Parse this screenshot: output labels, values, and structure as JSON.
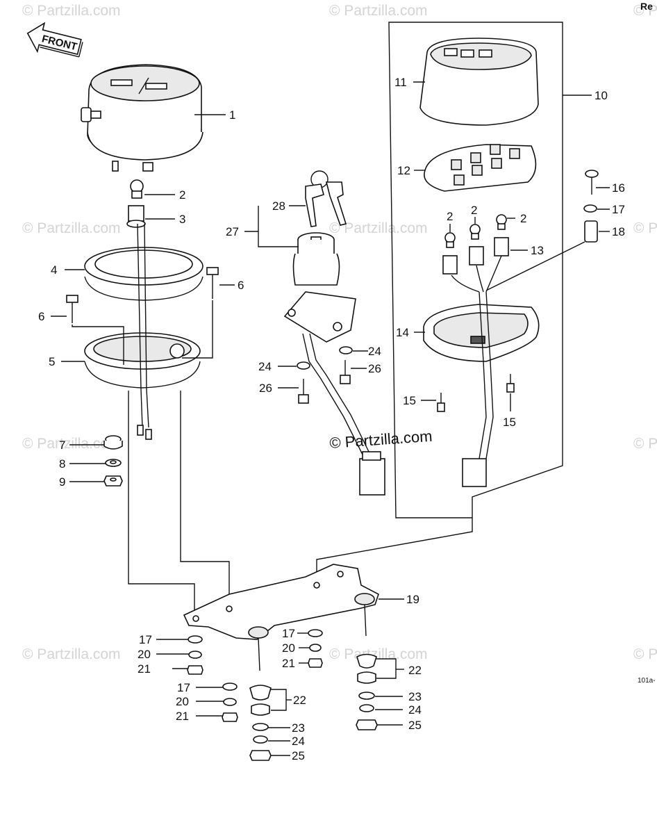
{
  "watermarks": {
    "brand": "© Partzilla.com",
    "center": "© Partzilla.com",
    "edge": "© P"
  },
  "corner": {
    "top_right": "Re",
    "figure_code": "101a-"
  },
  "front_arrow": "FRONT",
  "callouts": {
    "c1": "1",
    "c2a": "2",
    "c2b": "2",
    "c2c": "2",
    "c2d": "2",
    "c3": "3",
    "c4": "4",
    "c5": "5",
    "c6a": "6",
    "c6b": "6",
    "c7": "7",
    "c8": "8",
    "c9": "9",
    "c10": "10",
    "c11": "11",
    "c12": "12",
    "c13": "13",
    "c14": "14",
    "c15a": "15",
    "c15b": "15",
    "c16": "16",
    "c17a": "17",
    "c17b": "17",
    "c17c": "17",
    "c17d": "17",
    "c18": "18",
    "c19": "19",
    "c20a": "20",
    "c20b": "20",
    "c20c": "20",
    "c21a": "21",
    "c21b": "21",
    "c21c": "21",
    "c22a": "22",
    "c22b": "22",
    "c23a": "23",
    "c23b": "23",
    "c24a": "24",
    "c24b": "24",
    "c24c": "24",
    "c24d": "24",
    "c25a": "25",
    "c25b": "25",
    "c26a": "26",
    "c26b": "26",
    "c27": "27",
    "c28": "28"
  }
}
